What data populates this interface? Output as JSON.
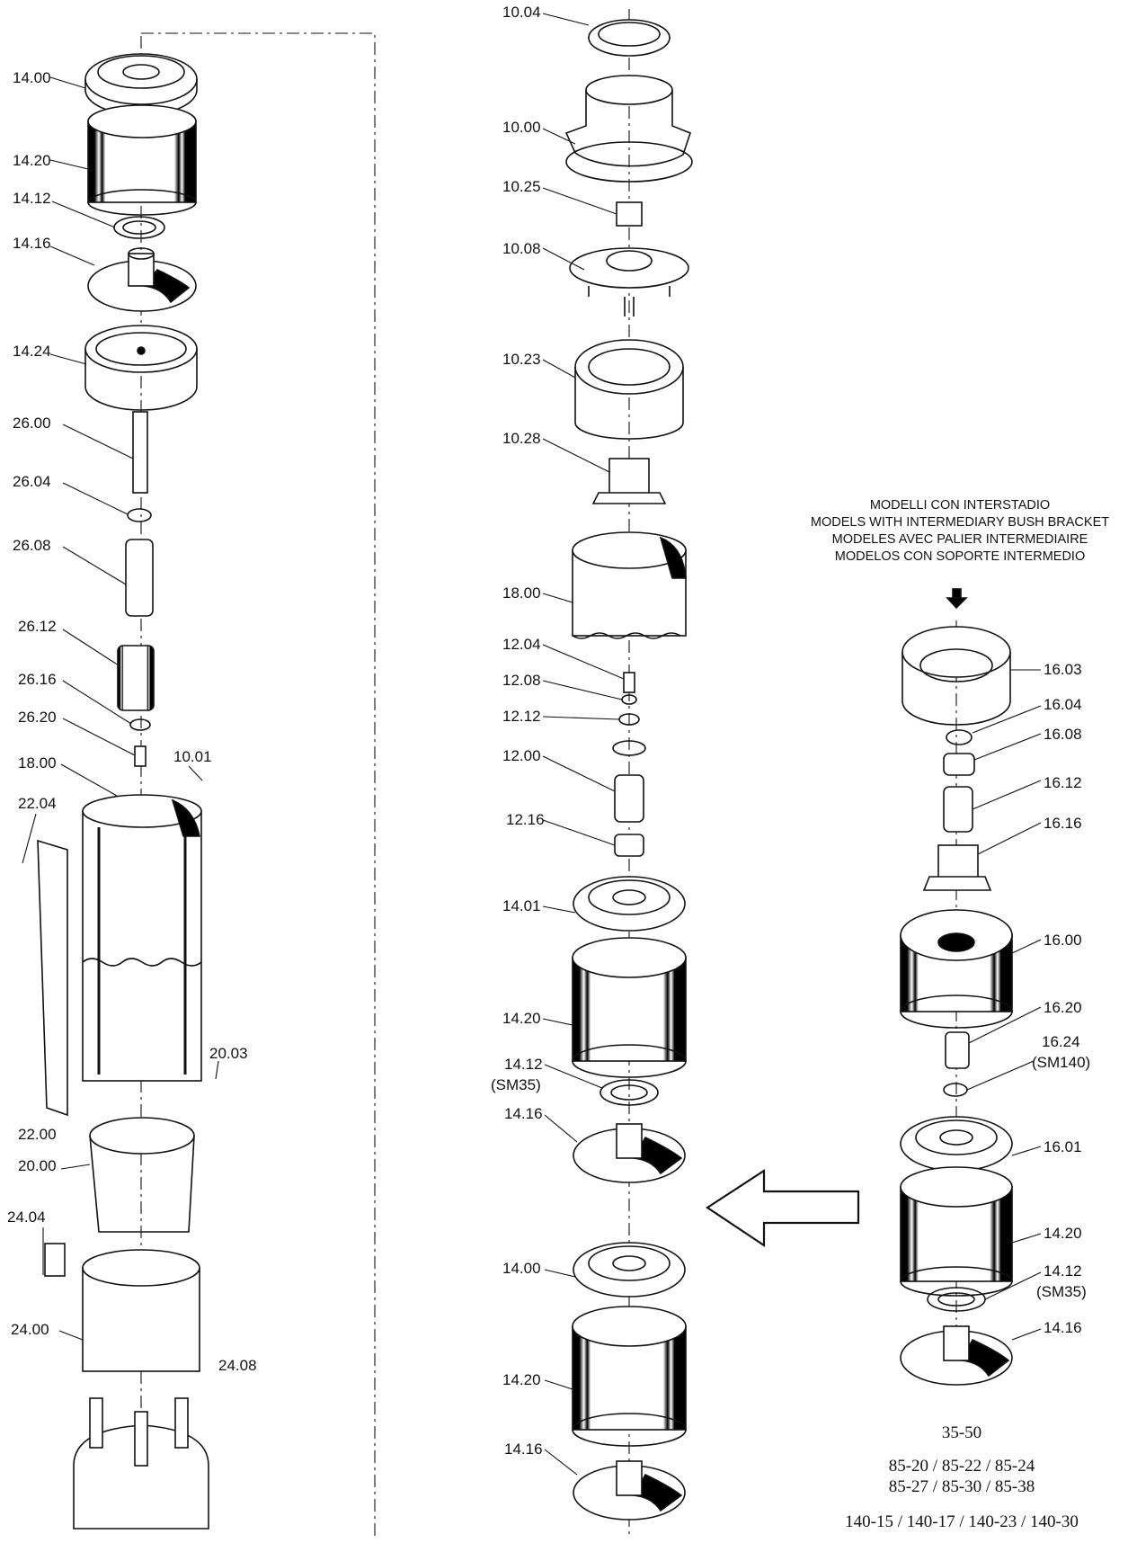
{
  "header_lines": [
    "MODELLI CON INTERSTADIO",
    "MODELS WITH INTERMEDIARY BUSH BRACKET",
    "MODELES AVEC PALIER INTERMEDIAIRE",
    "MODELOS CON SOPORTE INTERMEDIO"
  ],
  "models": {
    "group1": [
      "35-50"
    ],
    "group2": [
      "85-20 / 85-22 / 85-24",
      "85-27 / 85-30 / 85-38"
    ],
    "group3": [
      "140-15 / 140-17 / 140-23 / 140-30"
    ]
  },
  "left_labels": [
    "14.00",
    "14.20",
    "14.12",
    "14.16",
    "14.24",
    "26.00",
    "26.04",
    "26.08",
    "26.12",
    "26.16",
    "26.20",
    "18.00",
    "10.01",
    "22.04",
    "20.03",
    "22.00",
    "20.00",
    "24.04",
    "24.00",
    "24.08"
  ],
  "middle_labels": [
    "10.04",
    "10.00",
    "10.25",
    "10.08",
    "10.23",
    "10.28",
    "18.00",
    "12.04",
    "12.08",
    "12.12",
    "12.00",
    "12.16",
    "14.01",
    "14.20",
    "14.12",
    "(SM35)",
    "14.16",
    "14.00",
    "14.20",
    "14.16"
  ],
  "right_labels": [
    "16.03",
    "16.04",
    "16.08",
    "16.12",
    "16.16",
    "16.00",
    "16.20",
    "16.24",
    "(SM140)",
    "16.01",
    "14.20",
    "14.12",
    "(SM35)",
    "14.16"
  ],
  "colors": {
    "ink": "#111111",
    "background": "#ffffff"
  },
  "icons": [
    "down-arrow-icon",
    "left-arrow-icon"
  ]
}
